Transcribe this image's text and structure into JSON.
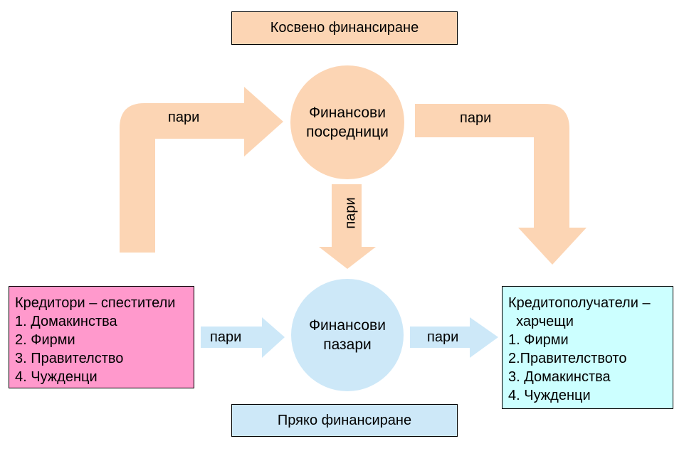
{
  "colors": {
    "orange": "#fcd5b4",
    "blue": "#cde8f8",
    "pink": "#ff99cc",
    "cyan": "#ccffff"
  },
  "indirect_financing": "Косвено финансиране",
  "direct_financing": "Пряко финансиране",
  "intermediaries": {
    "line1": "Финансови",
    "line2": "посредници"
  },
  "markets": {
    "line1": "Финансови",
    "line2": "пазари"
  },
  "creditors": {
    "title": "Кредитори – спестители",
    "items": [
      "1. Домакинства",
      "2. Фирми",
      "3. Правителство",
      "4. Чужденци"
    ]
  },
  "borrowers": {
    "title": "Кредитополучатели –",
    "title2": "  харчещи",
    "items": [
      "1. Фирми",
      "2.Правителството",
      "3. Домакинства",
      "4. Чужденци"
    ]
  },
  "arrows": {
    "left_big": "пари",
    "right_big": "пари",
    "vertical": "пари",
    "mid_left": "пари",
    "mid_right": "пари"
  }
}
